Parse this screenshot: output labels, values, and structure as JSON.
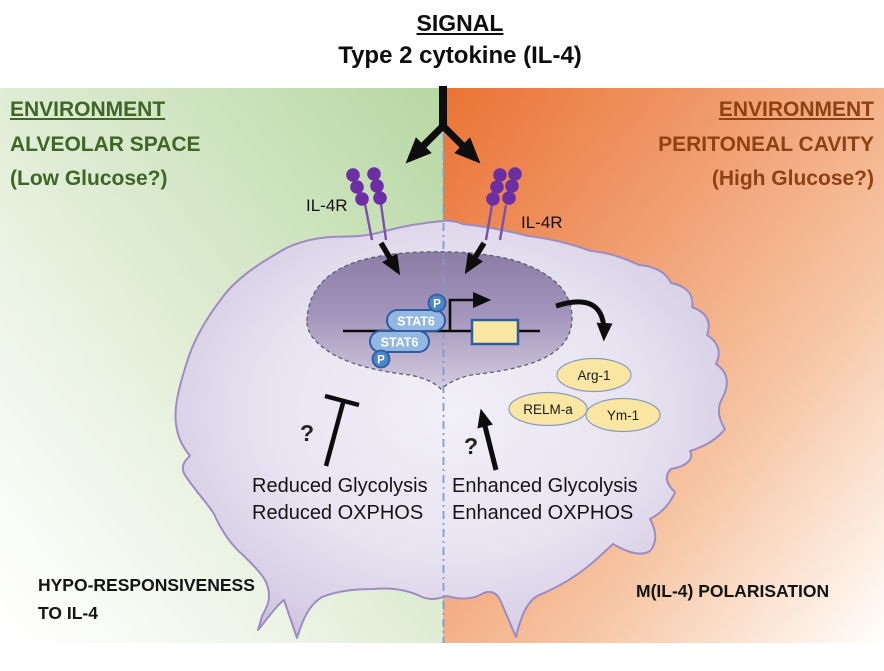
{
  "signal": {
    "heading": "SIGNAL",
    "subheading": "Type 2 cytokine (IL-4)"
  },
  "left": {
    "env_heading": "ENVIRONMENT",
    "env_line1": "ALVEOLAR SPACE",
    "env_line2": "(Low Glucose?)",
    "receptor_label": "IL-4R",
    "question_mark": "?",
    "metabolic_line1": "Reduced Glycolysis",
    "metabolic_line2": "Reduced OXPHOS",
    "outcome_line1": "HYPO-RESPONSIVENESS",
    "outcome_line2": "TO IL-4",
    "text_color": "#3f6527",
    "band_color": "#b7d7a2"
  },
  "right": {
    "env_heading": "ENVIRONMENT",
    "env_line1": "PERITONEAL CAVITY",
    "env_line2": "(High Glucose?)",
    "receptor_label": "IL-4R",
    "question_mark": "?",
    "metabolic_line1": "Enhanced Glycolysis",
    "metabolic_line2": "Enhanced OXPHOS",
    "outcome": "M(IL-4) POLARISATION",
    "text_color": "#8e4113",
    "band_color": "#ea7334"
  },
  "cell": {
    "stat6_upper": "STAT6",
    "stat6_lower": "STAT6",
    "phospho_upper": "P",
    "phospho_lower": "P",
    "products": [
      {
        "label": "Arg-1"
      },
      {
        "label": "RELM-a"
      },
      {
        "label": "Ym-1"
      }
    ]
  },
  "colors": {
    "cell_fill": "#e7e3f0",
    "cell_edge": "#9d8cc1",
    "nucleus_top": "#8b7ca6",
    "nucleus_bottom": "#d4cce0",
    "receptor_purple": "#6c2fa3",
    "stat6_fill": "#93b7e3",
    "stat6_border": "#2d5d9e",
    "phospho_fill": "#4a86c8",
    "product_fill": "#f8e6a2",
    "product_border": "#8a9cc0",
    "divider_blue": "#7e9bd2",
    "arrow_black": "#0d0d0d"
  }
}
